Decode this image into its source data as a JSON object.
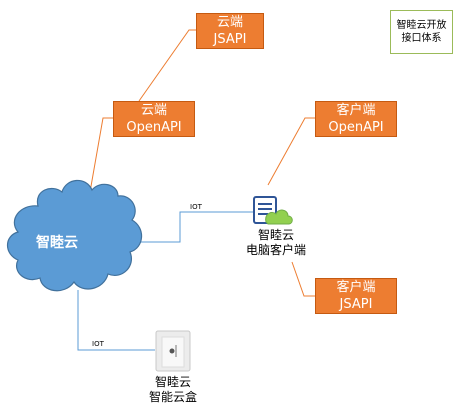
{
  "nodes": {
    "cloud_jsapi": {
      "line1": "云端",
      "line2": "JSAPI"
    },
    "cloud_openapi": {
      "line1": "云端",
      "line2": "OpenAPI"
    },
    "client_openapi": {
      "line1": "客户端",
      "line2": "OpenAPI"
    },
    "client_jsapi": {
      "line1": "客户端",
      "line2": "JSAPI"
    },
    "cloud_main": {
      "label": "智睦云"
    },
    "pc_client": {
      "line1": "智睦云",
      "line2": "电脑客户端"
    },
    "cloud_box": {
      "line1": "智睦云",
      "line2": "智能云盒"
    }
  },
  "note": {
    "line1": "智睦云开放",
    "line2": "接口体系"
  },
  "edges": {
    "iot_pc": "IOT",
    "iot_box": "IOT"
  },
  "colors": {
    "box_fill": "#ED7D31",
    "cloud_fill": "#5B9BD5",
    "connector_orange": "#ED7D31",
    "connector_blue": "#5B9BD5",
    "note_border": "#9BBB59"
  }
}
